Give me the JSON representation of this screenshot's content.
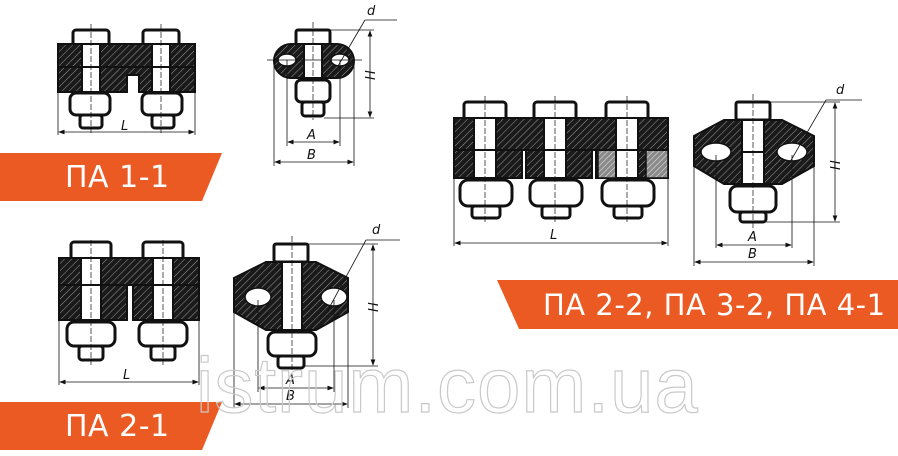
{
  "watermark": "istrum.com.ua",
  "colors": {
    "banner": "#ec5a24",
    "banner_text": "#ffffff",
    "line": "#111111",
    "watermark": "#c9c9c9"
  },
  "banners": {
    "pa11": "ПА 1-1",
    "pa21": "ПА 2-1",
    "right": "ПА 2-2, ПА 3-2, ПА 4-1"
  },
  "dimensions": {
    "length": "L",
    "width_a": "A",
    "width_b": "B",
    "height": "H",
    "diameter": "d"
  },
  "drawings": [
    {
      "id": "pa11-front",
      "caption_dim": "L",
      "bolts": 2
    },
    {
      "id": "pa11-side",
      "dims": [
        "d",
        "H",
        "A",
        "B"
      ]
    },
    {
      "id": "pa21-front",
      "caption_dim": "L",
      "bolts": 2
    },
    {
      "id": "pa21-side",
      "dims": [
        "d",
        "H",
        "A",
        "B"
      ]
    },
    {
      "id": "pa22-front",
      "caption_dim": "L",
      "bolts": 3
    },
    {
      "id": "pa22-side",
      "dims": [
        "d",
        "H",
        "A",
        "B"
      ]
    }
  ]
}
